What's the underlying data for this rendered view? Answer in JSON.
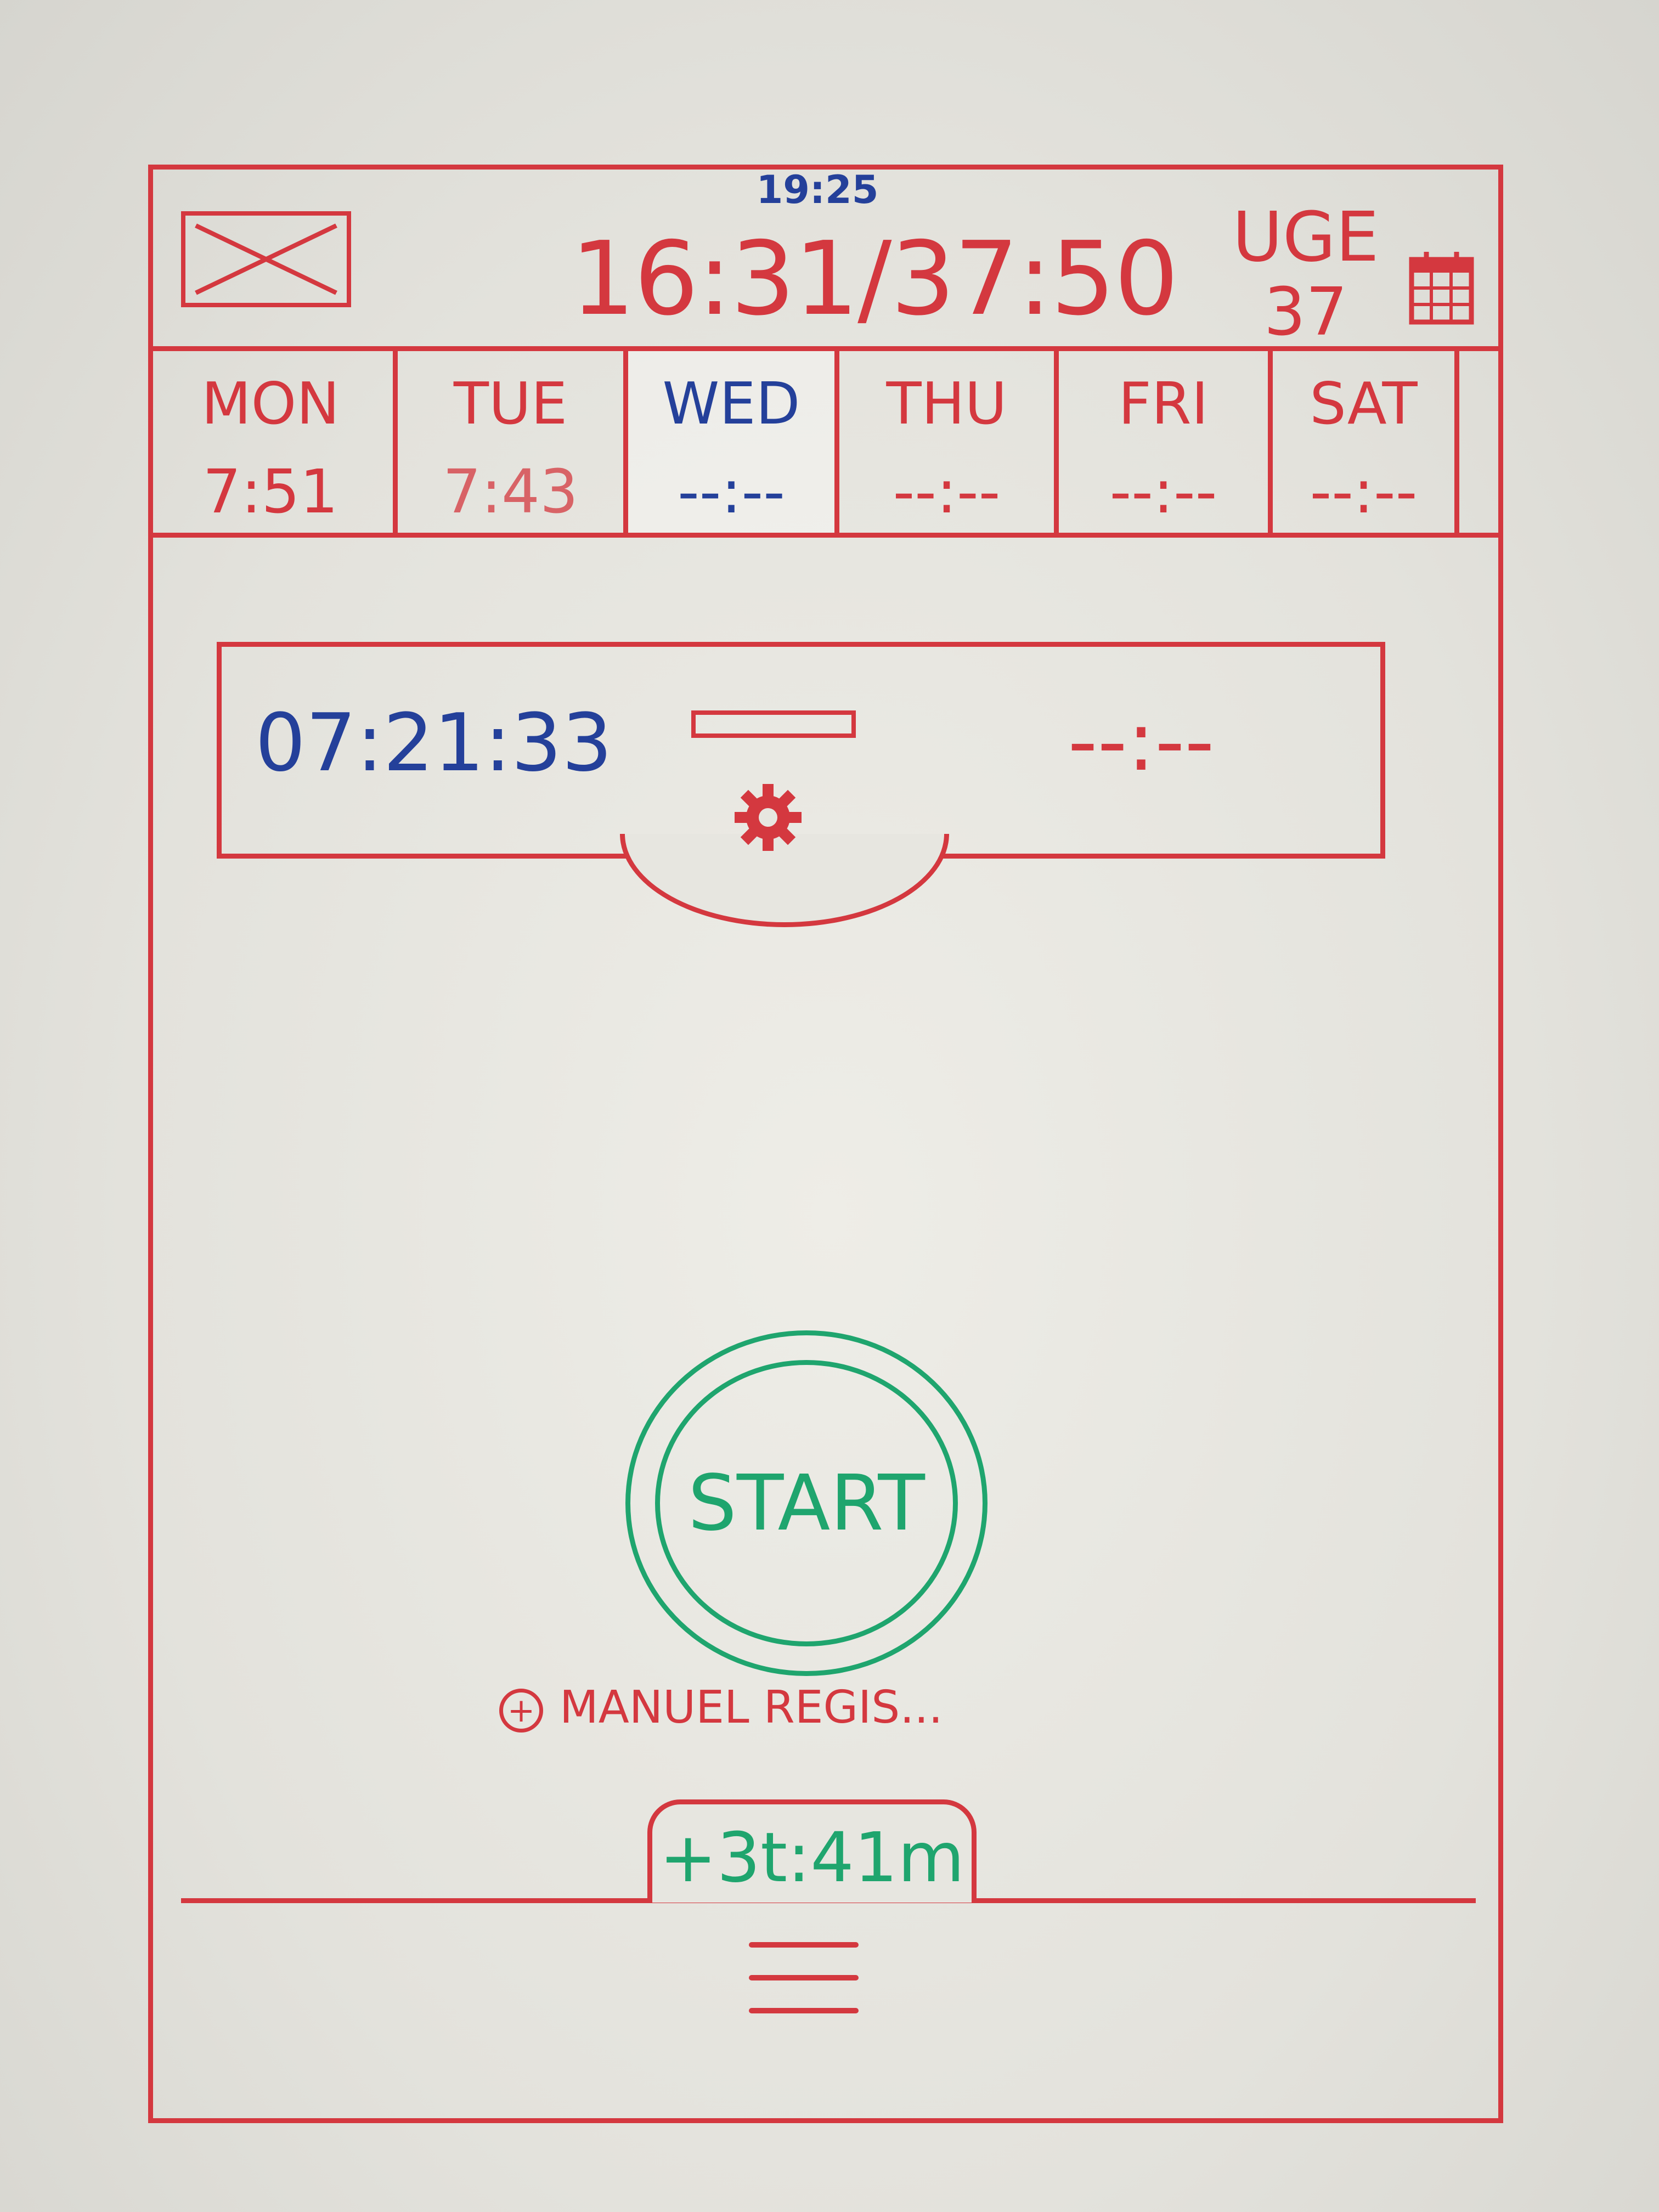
{
  "header": {
    "target_time": "19:25",
    "total_time": "16:31/37:50",
    "week_label": "UGE",
    "week_number": "37",
    "logo_icon": "image-placeholder-icon",
    "calendar_icon": "calendar-icon"
  },
  "days": [
    {
      "name": "MON",
      "value": "7:51",
      "name_color": "#d4383f",
      "value_color": "#d4383f"
    },
    {
      "name": "TUE",
      "value": "7:43",
      "name_color": "#d4383f",
      "value_color": "#d4383f"
    },
    {
      "name": "WED",
      "value": "--:--",
      "name_color": "#24409a",
      "value_color": "#24409a"
    },
    {
      "name": "THU",
      "value": "--:--",
      "name_color": "#d4383f",
      "value_color": "#d4383f"
    },
    {
      "name": "FRI",
      "value": "--:--",
      "name_color": "#d4383f",
      "value_color": "#d4383f"
    },
    {
      "name": "SAT",
      "value": "--:--",
      "name_color": "#d4383f",
      "value_color": "#d4383f"
    }
  ],
  "timer": {
    "start_time": "07:21:33",
    "end_time": "--:--",
    "settings_icon": "gear-icon"
  },
  "actions": {
    "start_label": "START",
    "manual_label": "MANUEL REGIS...",
    "manual_icon": "plus-circle-icon"
  },
  "footer": {
    "balance": "+3t:41m",
    "menu_icon": "hamburger-menu-icon"
  },
  "colors": {
    "outline": "#d4383f",
    "active": "#24409a",
    "primary_action": "#1fa56e"
  }
}
